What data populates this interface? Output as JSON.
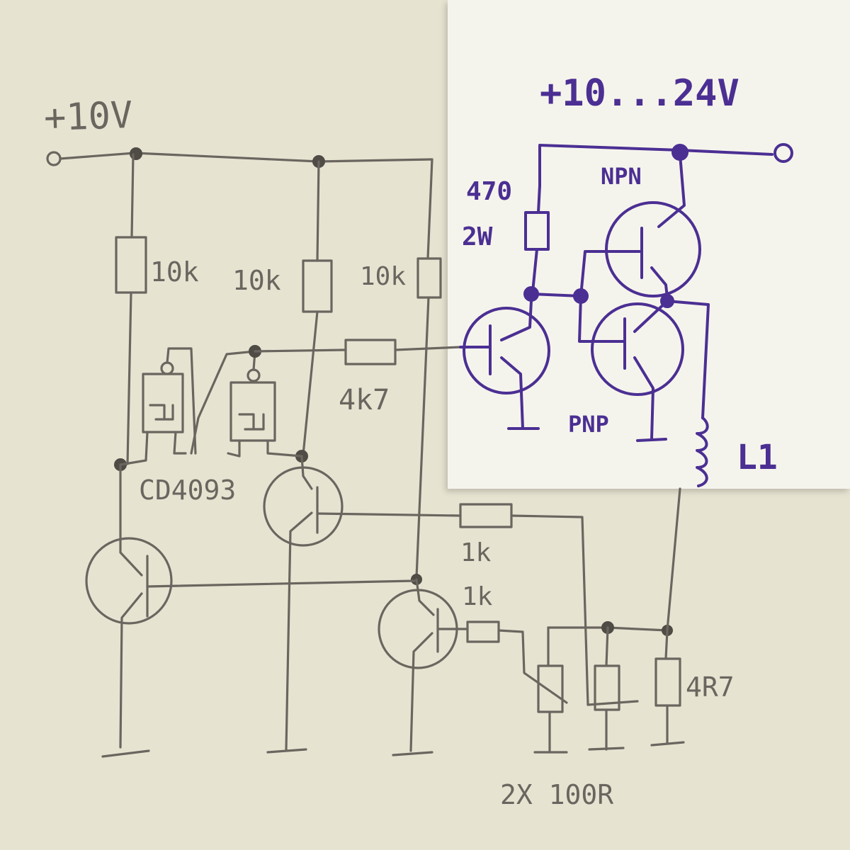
{
  "background": {
    "paper_color": "#e7e3d1",
    "note_color": "#f5f4ec"
  },
  "colors": {
    "pencil": "#6a665f",
    "ink": "#4b2f93"
  },
  "left_sheet": {
    "supply": "+10V",
    "r1": "10k",
    "r2": "10k",
    "r3": "10k",
    "r_base": "4k7",
    "ic": "CD4093",
    "r_4": "1k",
    "r_5": "1k",
    "r_sense": "4R7",
    "trimmers": "2X 100R"
  },
  "sticky_note": {
    "supply": "+10...24V",
    "r_load": "470",
    "r_load_power": "2W",
    "npn": "NPN",
    "pnp": "PNP",
    "coil": "L1"
  }
}
